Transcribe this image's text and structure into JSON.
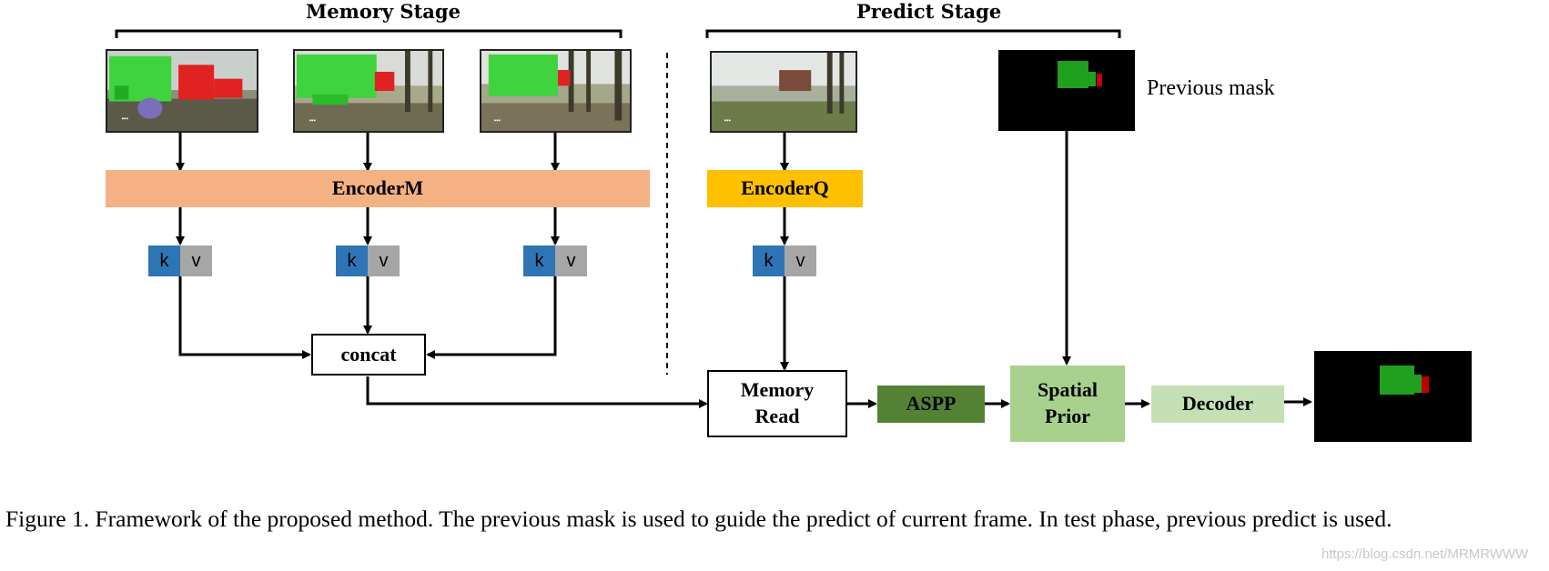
{
  "memory_stage": {
    "title": "Memory Stage"
  },
  "predict_stage": {
    "title": "Predict Stage"
  },
  "blocks": {
    "encoder_m": "EncoderM",
    "encoder_q": "EncoderQ",
    "concat": "concat",
    "memory_read": "Memory\nRead",
    "aspp": "ASPP",
    "spatial_prior": "Spatial\nPrior",
    "decoder": "Decoder"
  },
  "kv_labels": {
    "k": "k",
    "v": "v"
  },
  "previous_mask_label": "Previous mask",
  "caption": "Figure 1. Framework of the proposed method.  The previous mask is used to guide the predict of current frame.  In test phase, previous predict is used.",
  "watermark": "https://blog.csdn.net/MRMRWWW",
  "colors": {
    "encoder_m": "#f4b183",
    "encoder_q": "#ffc000",
    "key": "#2e75b6",
    "value": "#a6a6a6",
    "aspp": "#548235",
    "spatial_prior": "#a9d18e",
    "decoder": "#c5e0b4",
    "mask_green": "#1fa01f",
    "mask_red": "#c00000"
  }
}
